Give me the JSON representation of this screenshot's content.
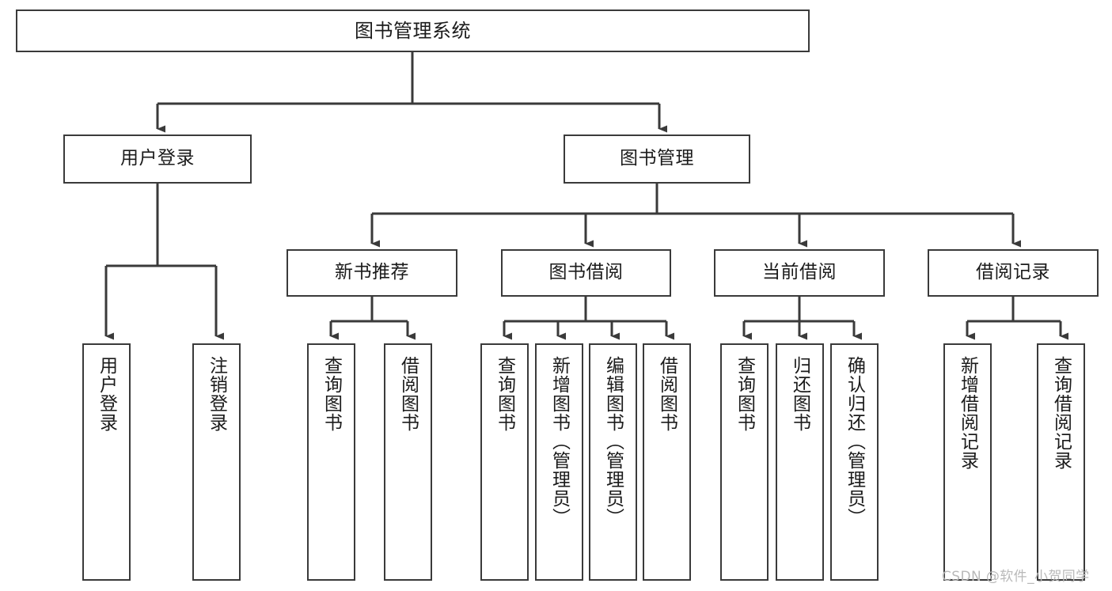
{
  "diagram": {
    "type": "tree-hierarchy",
    "title": "图书管理系统",
    "orientation": "top-down",
    "colors": {
      "border": "#3a3a3a",
      "background": "#ffffff",
      "text": "#1b1b1b",
      "edge": "#3a3a3a",
      "watermark": "#b9b9b9"
    }
  },
  "root": {
    "label": "图书管理系统"
  },
  "level2": [
    {
      "label": "用户登录"
    },
    {
      "label": "图书管理"
    }
  ],
  "level3": [
    {
      "label": "新书推荐"
    },
    {
      "label": "图书借阅"
    },
    {
      "label": "当前借阅"
    },
    {
      "label": "借阅记录"
    }
  ],
  "leaves": {
    "user_login": [
      {
        "label": "用户登录"
      },
      {
        "label": "注销登录"
      }
    ],
    "new_book_recommend": [
      {
        "label": "查询图书"
      },
      {
        "label": "借阅图书"
      }
    ],
    "book_borrow": [
      {
        "label": "查询图书"
      },
      {
        "label": "新增图书（管理员）"
      },
      {
        "label": "编辑图书（管理员）"
      },
      {
        "label": "借阅图书"
      }
    ],
    "current_borrow": [
      {
        "label": "查询图书"
      },
      {
        "label": "归还图书"
      },
      {
        "label": "确认归还（管理员）"
      }
    ],
    "borrow_record": [
      {
        "label": "新增借阅记录"
      },
      {
        "label": "查询借阅记录"
      }
    ]
  },
  "watermark": {
    "text": "CSDN @软件_小贺同学"
  }
}
